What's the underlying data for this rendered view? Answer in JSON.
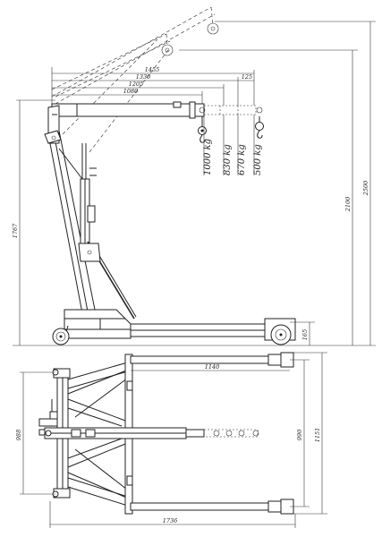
{
  "drawing": {
    "side_view": {
      "reach_dims": [
        "1455",
        "1330",
        "1205",
        "1080"
      ],
      "spacing_dim": "125",
      "capacities": [
        "1000 kg",
        "830 kg",
        "670 kg",
        "500 kg"
      ],
      "height_dims": {
        "max_height": "2500",
        "hook_height": "2100",
        "mast_height": "1767",
        "leg_height": "165"
      }
    },
    "top_view": {
      "leg_length": "1140",
      "overall_length": "1736",
      "rear_width": "988",
      "inner_width": "990",
      "outer_width": "1151"
    }
  }
}
